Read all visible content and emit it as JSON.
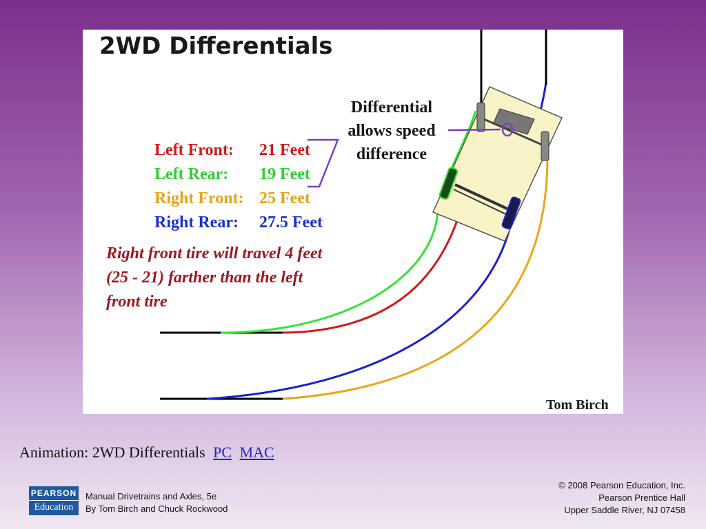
{
  "figure": {
    "title": "2WD Differentials",
    "stats": [
      {
        "label": "Left Front:",
        "value": "21 Feet",
        "label_color": "#d01a1a",
        "value_color": "#d01a1a"
      },
      {
        "label": "Left Rear:",
        "value": "19 Feet",
        "label_color": "#2fd12f",
        "value_color": "#2fd12f"
      },
      {
        "label": "Right Front:",
        "value": "25 Feet",
        "label_color": "#e8a31a",
        "value_color": "#e8a31a"
      },
      {
        "label": "Right Rear:",
        "value": "27.5 Feet",
        "label_color": "#1a2fcf",
        "value_color": "#1a2fcf"
      }
    ],
    "differential_note": [
      "Differential",
      "allows speed",
      "difference"
    ],
    "explanation": [
      "Right front tire will travel 4 feet",
      "(25 - 21) farther than the left",
      "front tire"
    ],
    "author": "Tom Birch",
    "colors": {
      "left_front_path": "#d01a1a",
      "left_rear_path": "#33e533",
      "right_front_path": "#eaa51a",
      "right_rear_path": "#1a1fd0",
      "bracket": "#7a3fc0",
      "vehicle_fill": "#f8f4c8"
    }
  },
  "caption": {
    "text": "Animation: 2WD Differentials",
    "links": [
      "PC",
      "MAC"
    ]
  },
  "footer": {
    "logo_top": "PEARSON",
    "logo_bottom": "Education",
    "left_lines": [
      "Manual Drivetrains and Axles, 5e",
      "By Tom Birch and Chuck Rockwood"
    ],
    "right_lines": [
      "© 2008 Pearson Education, Inc.",
      "Pearson Prentice Hall",
      "Upper Saddle River, NJ 07458"
    ]
  }
}
